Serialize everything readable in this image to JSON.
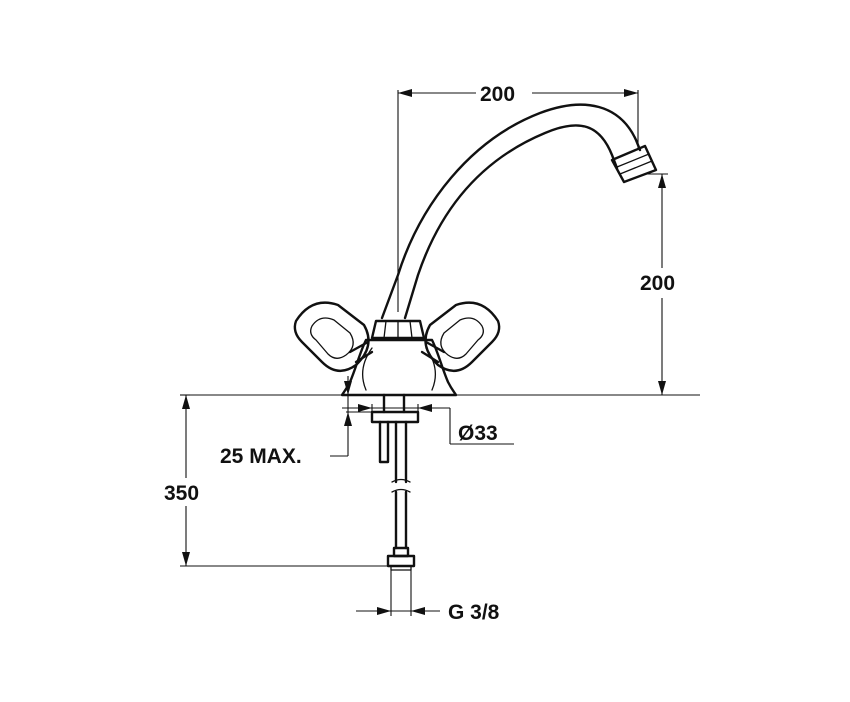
{
  "dimensions": {
    "spout_reach": "200",
    "spout_height": "200",
    "base_diameter": "Ø33",
    "max_counter_thickness": "25 MAX.",
    "supply_hose_length": "350",
    "hose_thread": "G 3/8"
  },
  "colors": {
    "line": "#111111",
    "background": "#ffffff"
  }
}
